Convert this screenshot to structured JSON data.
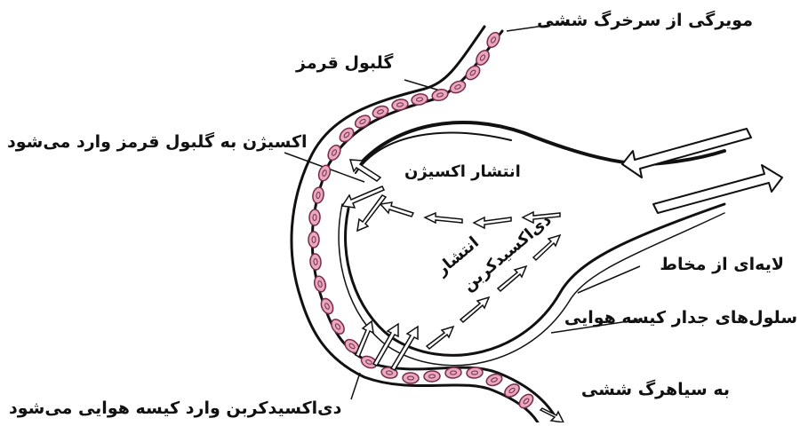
{
  "labels": {
    "capillary_from_artery": "مویرگی از سرخرگ ششی",
    "red_blood_cell": "گلبول قرمز",
    "oxygen_enters_rbc": "اکسیژن به گلبول قرمز وارد می‌شود",
    "oxygen_diffusion": "انتشار اکسیژن",
    "mucus_layer": "لایه‌ای از مخاط",
    "alveolar_wall_cells": "سلول‌های جدار کیسه هوایی",
    "to_pulmonary_vein": "به سیاهرگ ششی",
    "co2_enters_alveolus": "دی‌اکسیدکربن وارد کیسه هوایی می‌شود",
    "co2_diffusion_line1": "انتشار",
    "co2_diffusion_line2": "دی‌اکسیدکربن"
  },
  "colors": {
    "ink": "#111111",
    "rbc_fill": "#e6a9bf",
    "rbc_stroke": "#7a2a48",
    "arrow_fill": "#ffffff"
  }
}
